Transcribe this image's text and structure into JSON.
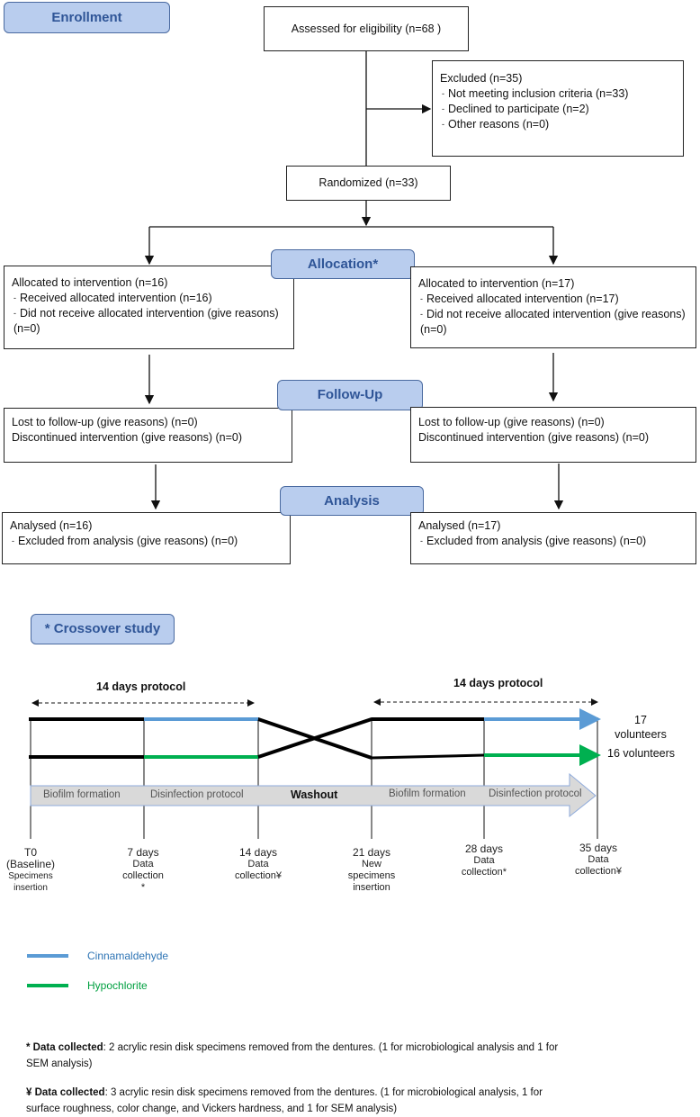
{
  "stages": {
    "enrollment": "Enrollment",
    "allocation": "Allocation*",
    "followup": "Follow-Up",
    "analysis": "Analysis",
    "crossover": "* Crossover study"
  },
  "consort": {
    "assessed": "Assessed for eligibility (n=68 )",
    "excluded": {
      "title": "Excluded  (n=35)",
      "items": [
        "Not meeting inclusion criteria (n=33)",
        "Declined to participate (n=2)",
        "Other reasons (n=0)"
      ]
    },
    "randomized": "Randomized  (n=33)",
    "alloc_left": {
      "title": "Allocated to intervention  (n=16)",
      "items": [
        "Received allocated intervention  (n=16)",
        "Did not receive allocated intervention  (give reasons) (n=0)"
      ]
    },
    "alloc_right": {
      "title": "Allocated to intervention  (n=17)",
      "items": [
        "Received allocated intervention  (n=17)",
        "Did not receive allocated intervention  (give reasons) (n=0)"
      ]
    },
    "follow_left": [
      "Lost to follow-up  (give  reasons)  (n=0)",
      "Discontinued intervention  (give reasons)  (n=0)"
    ],
    "follow_right": [
      "Lost to follow-up  (give  reasons) (n=0)",
      "Discontinued intervention  (give  reasons)  (n=0)"
    ],
    "analysis_left": {
      "title": "Analysed  (n=16)",
      "items": [
        "Excluded from analysis (give reasons)  (n=0)"
      ]
    },
    "analysis_right": {
      "title": "Analysed  (n=17)",
      "items": [
        "Excluded from analysis  (give reasons)  (n=0)"
      ]
    }
  },
  "timeline": {
    "protocol_left": "14 days protocol",
    "protocol_right": "14 days protocol",
    "group_top": "17 volunteers",
    "group_bottom": "16 volunteers",
    "phases": {
      "biofilm1": "Biofilm formation",
      "disinfection1": "Disinfection protocol",
      "washout": "Washout",
      "biofilm2": "Biofilm formation",
      "disinfection2": "Disinfection protocol"
    },
    "points": [
      {
        "main": "T0",
        "sub1": "(Baseline)",
        "sub2": "Specimens",
        "sub3": "insertion"
      },
      {
        "main": "7 days",
        "sub1": "Data",
        "sub2": "collection",
        "sub3": "*"
      },
      {
        "main": "14 days",
        "sub1": "Data",
        "sub2": "collection¥",
        "sub3": ""
      },
      {
        "main": "21 days",
        "sub1": "New",
        "sub2": "specimens",
        "sub3": "insertion"
      },
      {
        "main": "28 days",
        "sub1": "Data",
        "sub2": "collection*",
        "sub3": ""
      },
      {
        "main": "35 days",
        "sub1": "Data",
        "sub2": "collection¥",
        "sub3": ""
      }
    ],
    "colors": {
      "cinnamaldehyde": "#5b9bd5",
      "hypochlorite": "#00b050",
      "line": "#000000"
    }
  },
  "legend": {
    "cinnamaldehyde": "Cinnamaldehyde",
    "hypochlorite": "Hypochlorite"
  },
  "notes": {
    "note1_label": "* Data collected",
    "note1_text": ": 2 acrylic resin disk specimens removed from the dentures. (1 for microbiological analysis and 1 for",
    "note1_cont": "SEM analysis)",
    "note2_label": "¥ Data collected",
    "note2_text": ": 3 acrylic resin disk specimens removed from the dentures. (1 for microbiological analysis, 1 for",
    "note2_cont": "surface roughness, color change, and Vickers hardness, and 1 for SEM analysis)"
  }
}
